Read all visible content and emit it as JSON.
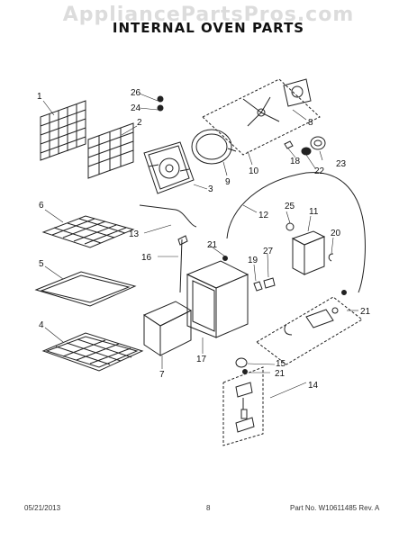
{
  "header": {
    "watermark": "AppliancePartsPros.com",
    "title": "INTERNAL OVEN PARTS"
  },
  "callouts": [
    "1",
    "2",
    "3",
    "4",
    "5",
    "6",
    "7",
    "8",
    "9",
    "10",
    "11",
    "12",
    "13",
    "14",
    "15",
    "16",
    "17",
    "18",
    "19",
    "20",
    "21",
    "21",
    "21",
    "21",
    "22",
    "23",
    "24",
    "25",
    "26",
    "27"
  ],
  "footer": {
    "date": "05/21/2013",
    "page": "8",
    "part_no": "Part No. W10611485 Rev. A"
  }
}
